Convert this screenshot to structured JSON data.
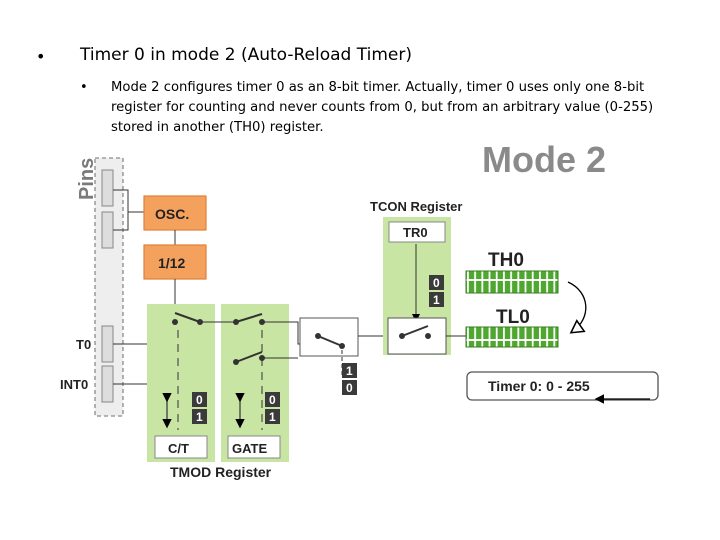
{
  "slide": {
    "bullet_char": "•",
    "heading": "Timer 0 in mode 2 (Auto-Reload Timer)",
    "sub_bullet_char": "•",
    "paragraph": "Mode 2 configures timer 0 as an 8-bit timer. Actually, timer 0 uses only one 8-bit register for counting and never counts from 0, but from an arbitrary value (0-255) stored in another (TH0) register."
  },
  "diagram": {
    "title": "Mode 2",
    "pins_label": "Pins",
    "osc_label": "OSC.",
    "div_label": "1/12",
    "t0_label": "T0",
    "int0_label": "INT0",
    "ct_label": "C/T",
    "gate_label": "GATE",
    "tmod_label": "TMOD Register",
    "tcon_label": "TCON Register",
    "tr0_label": "TR0",
    "th0_label": "TH0",
    "tl0_label": "TL0",
    "range_label": "Timer 0: 0 - 255",
    "bit_zero": "0",
    "bit_one": "1",
    "colors": {
      "orange_fill": "#f5a15e",
      "orange_border": "#e07f3a",
      "green_panel": "#c9e5a3",
      "register_fill": "#4ea72e",
      "title_gray": "#8a8a8a",
      "bit_box": "#3a3a3a"
    }
  }
}
